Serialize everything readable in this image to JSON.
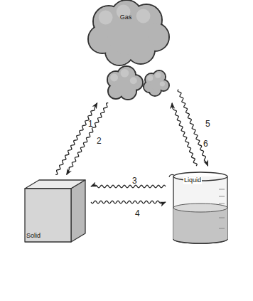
{
  "diagram": {
    "nodes": [
      {
        "text": [
          "Gas"
        ]
      },
      {
        "text": [
          "Solid"
        ]
      },
      {
        "text": [
          "Liquid"
        ]
      }
    ],
    "edges": [
      {
        "from": 1,
        "to": 0,
        "arrow": "to",
        "label": "1"
      },
      {
        "from": 0,
        "to": 1,
        "arrow": "to",
        "label": "2"
      },
      {
        "from": 2,
        "to": 1,
        "arrow": "to",
        "label": "3"
      },
      {
        "from": 1,
        "to": 2,
        "arrow": "to",
        "label": "4"
      },
      {
        "from": 2,
        "to": 0,
        "arrow": "to",
        "label": "5"
      },
      {
        "from": 0,
        "to": 2,
        "arrow": "to",
        "label": "6"
      }
    ]
  }
}
